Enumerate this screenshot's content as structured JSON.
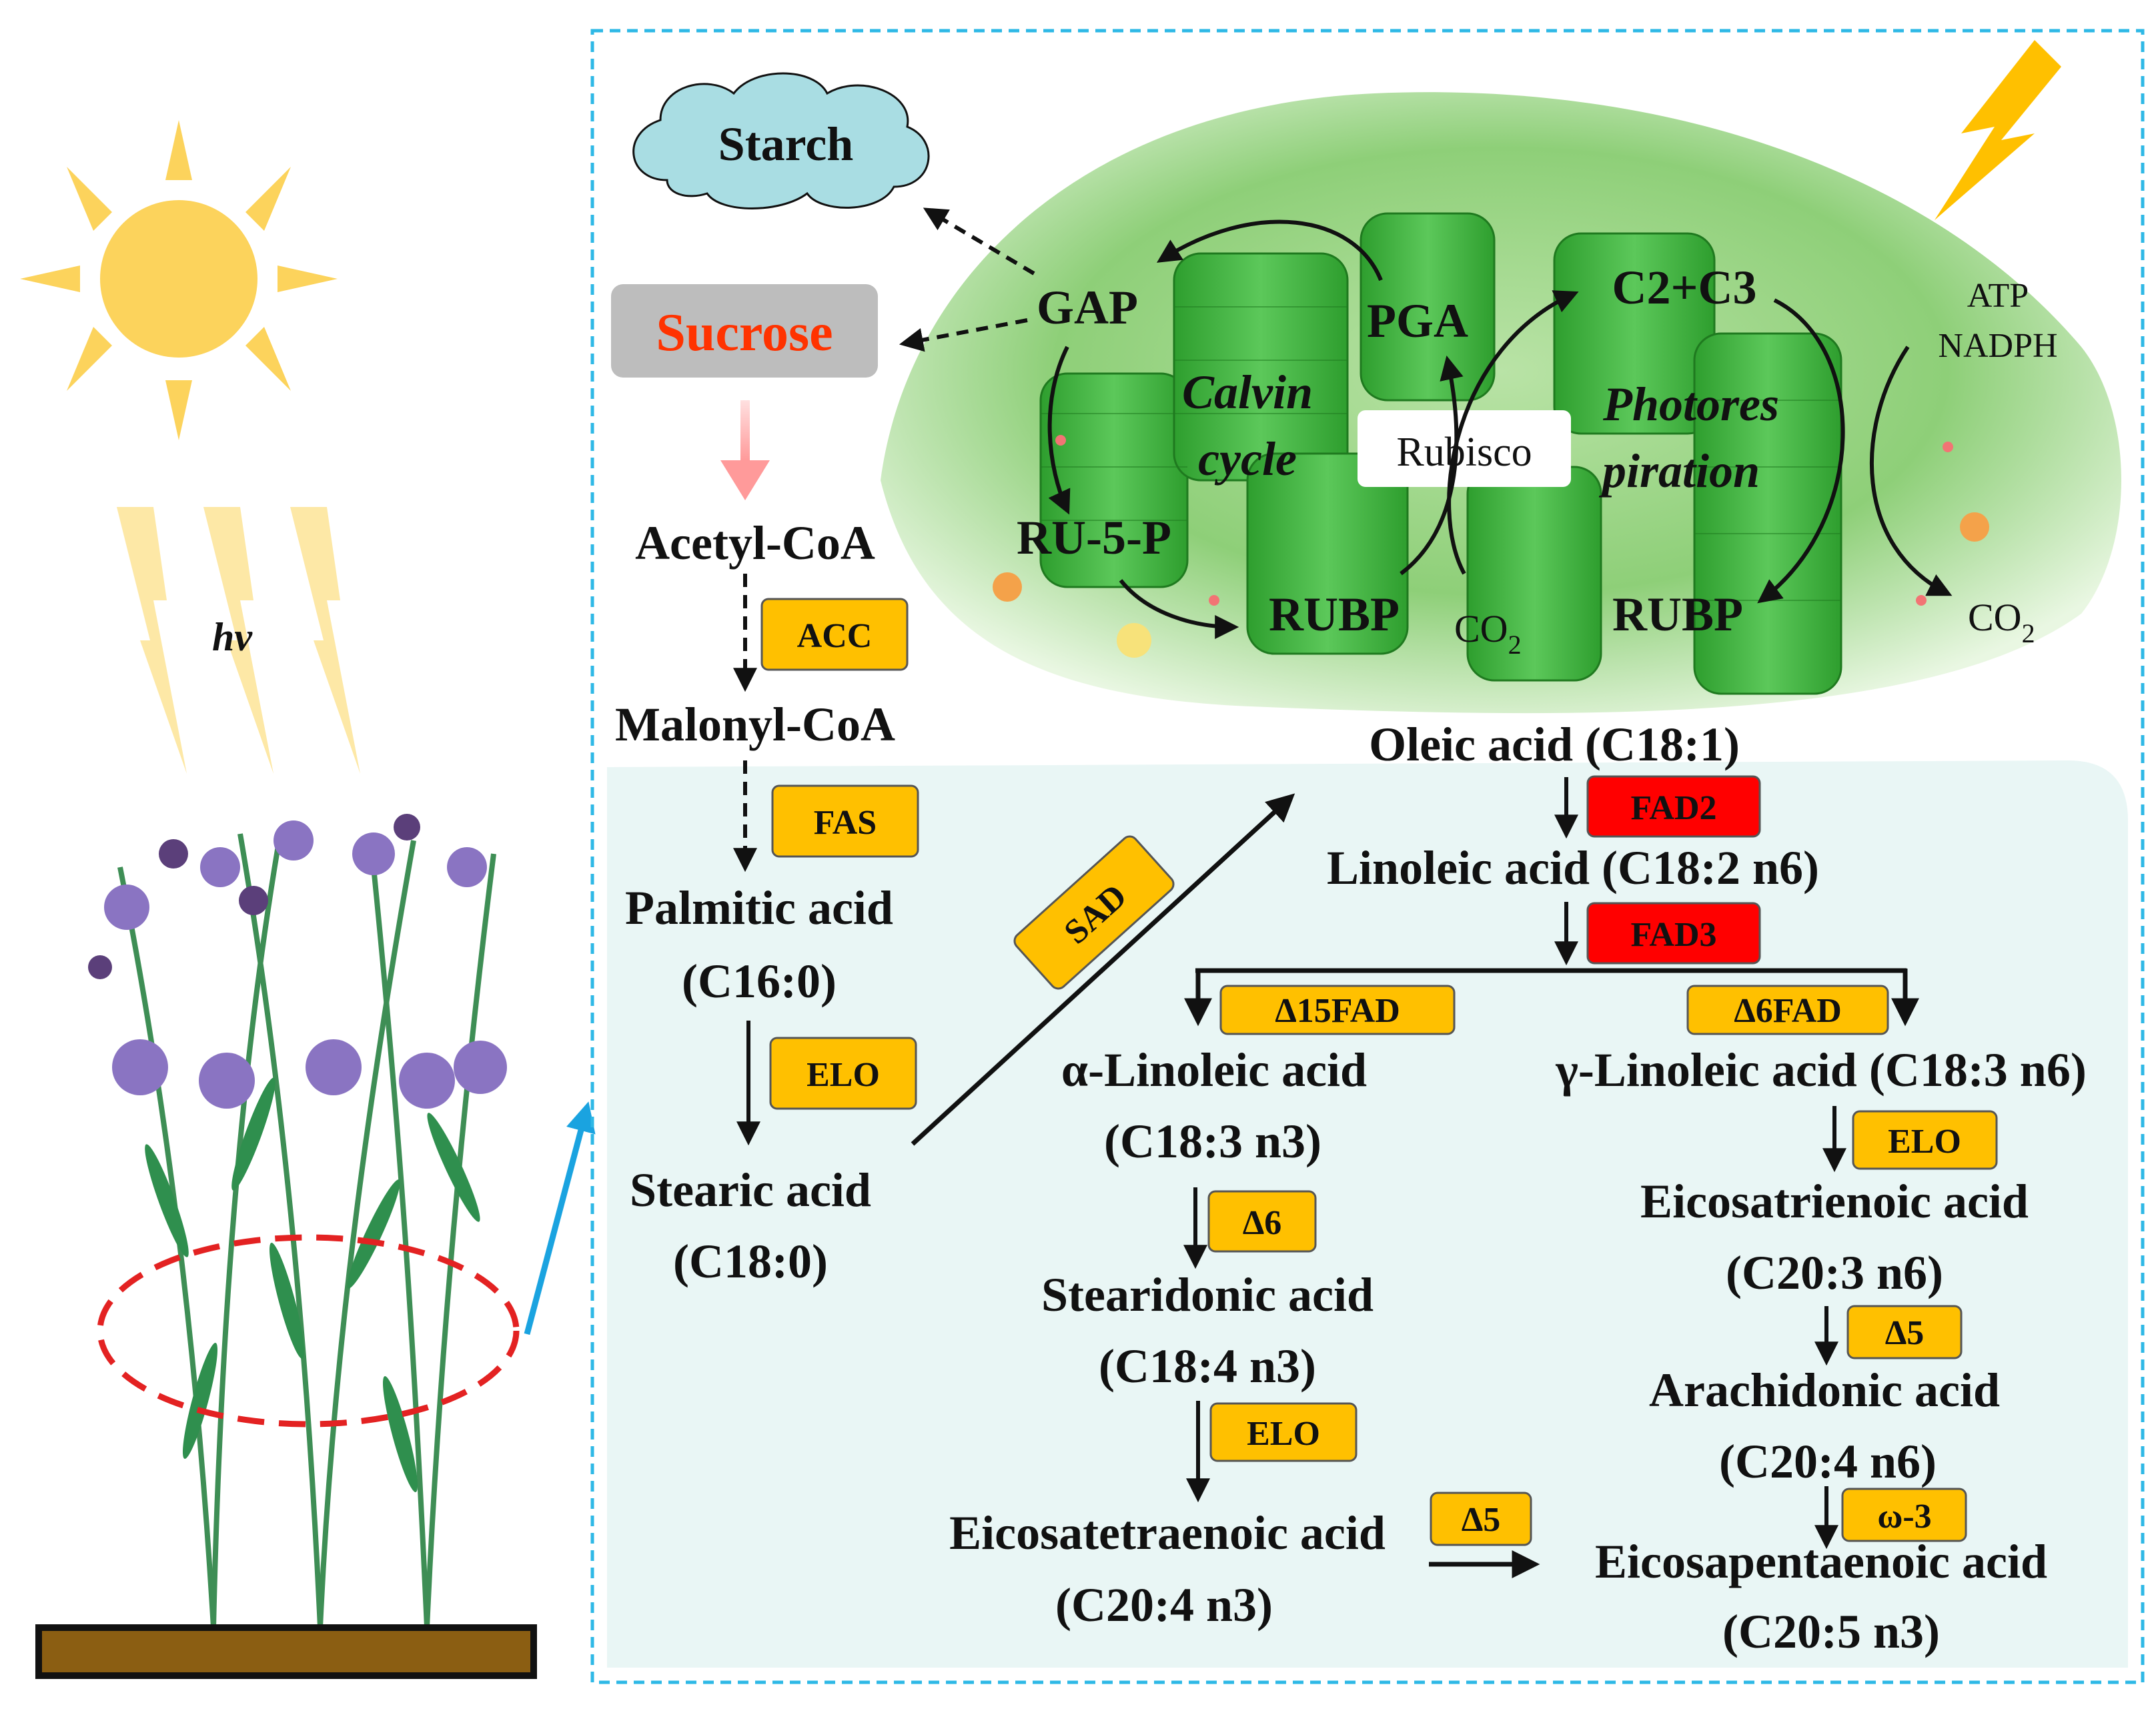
{
  "light_label": "hv",
  "top": {
    "starch": "Starch",
    "sucrose": "Sucrose",
    "gap": "GAP",
    "pga": "PGA",
    "ru5p": "RU-5-P",
    "rubp_left": "RUBP",
    "rubp_right": "RUBP",
    "c2c3": "C2+C3",
    "calvin_1": "Calvin",
    "calvin_2": "cycle",
    "photoresp_1": "Photores",
    "photoresp_2": "piration",
    "rubisco": "Rubisco",
    "co2_a": "CO",
    "co2_b": "CO",
    "co2_sub": "2",
    "atp": "ATP",
    "nadph": "NADPH"
  },
  "left_chain": {
    "acetyl": "Acetyl-CoA",
    "malonyl": "Malonyl-CoA",
    "palmitic_1": "Palmitic acid",
    "palmitic_2": "(C16:0)",
    "stearic_1": "Stearic acid",
    "stearic_2": "(C18:0)"
  },
  "enzymes": {
    "acc": "ACC",
    "fas": "FAS",
    "elo1": "ELO",
    "sad": "SAD",
    "fad2": "FAD2",
    "fad3": "FAD3",
    "d15fad": "Δ15FAD",
    "d6fad": "Δ6FAD",
    "d6": "Δ6",
    "elo2": "ELO",
    "d5_left": "Δ5",
    "elo3": "ELO",
    "d5_right": "Δ5",
    "w3": "ω-3"
  },
  "right_chain": {
    "oleic": "Oleic acid (C18:1)",
    "linoleic": "Linoleic acid (C18:2 n6)",
    "alpha_1": "α-Linoleic acid",
    "alpha_2": "(C18:3 n3)",
    "gamma": "γ-Linoleic acid (C18:3 n6)",
    "stearidonic_1": "Stearidonic acid",
    "stearidonic_2": "(C18:4 n3)",
    "eicosatetraenoic_1": "Eicosatetraenoic acid",
    "eicosatetraenoic_2": "(C20:4 n3)",
    "eicosatrienoic_1": "Eicosatrienoic acid",
    "eicosatrienoic_2": "(C20:3 n6)",
    "arachidonic_1": "Arachidonic acid",
    "arachidonic_2": "(C20:4 n6)",
    "epa_1": "Eicosapentaenoic acid",
    "epa_2": "(C20:5 n3)"
  },
  "colors": {
    "enzyme_orange": "#FFC000",
    "enzyme_red": "#FF0000",
    "frame_blue": "#2EB8E6",
    "sucrose_red": "#FF3300",
    "panel_bg": "#E9F6F5",
    "sun": "#FCD35C"
  }
}
